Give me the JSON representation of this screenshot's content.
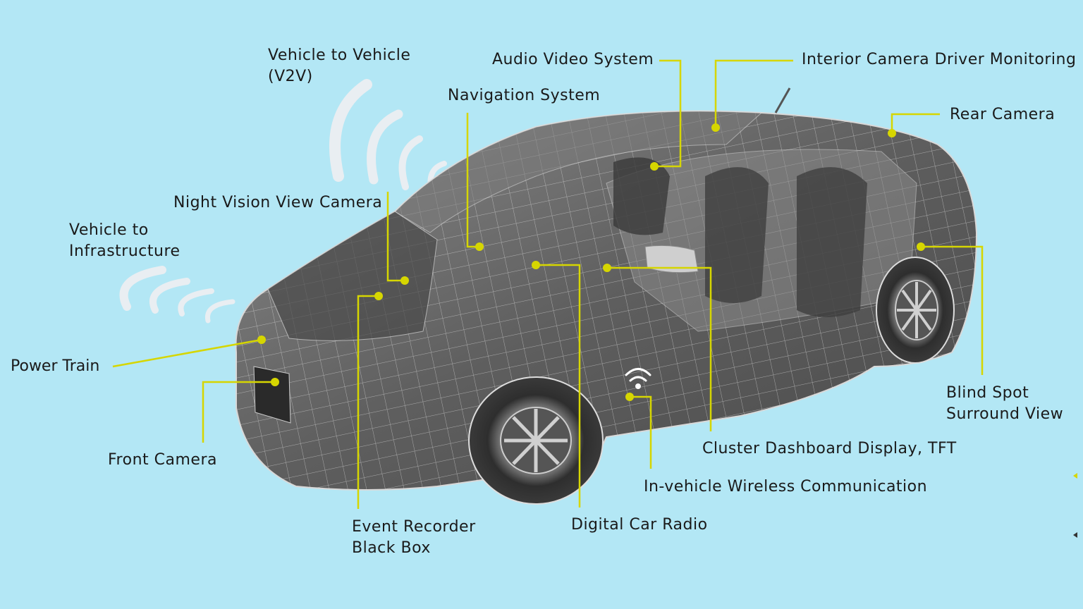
{
  "labels": {
    "v2v": {
      "line1": "Vehicle to Vehicle",
      "line2": "(V2V)"
    },
    "audio_video": "Audio Video System",
    "interior_camera": "Interior Camera Driver Monitoring",
    "navigation": "Navigation System",
    "rear_camera": "Rear Camera",
    "night_vision": "Night Vision View Camera",
    "v2i": {
      "line1": "Vehicle to",
      "line2": "Infrastructure"
    },
    "power_train": "Power Train",
    "front_camera": "Front Camera",
    "blind_spot": {
      "line1": "Blind Spot",
      "line2": "Surround View"
    },
    "cluster_display": "Cluster Dashboard Display, TFT",
    "wireless": "In-vehicle Wireless Communication",
    "event_recorder": {
      "line1": "Event Recorder",
      "line2": "Black Box"
    },
    "car_radio": "Digital Car Radio"
  },
  "colors": {
    "background": "#b3e7f5",
    "leader_line": "#d6d600",
    "car_body": "#6a6a6a",
    "wireframe": "#e8e8e8"
  }
}
